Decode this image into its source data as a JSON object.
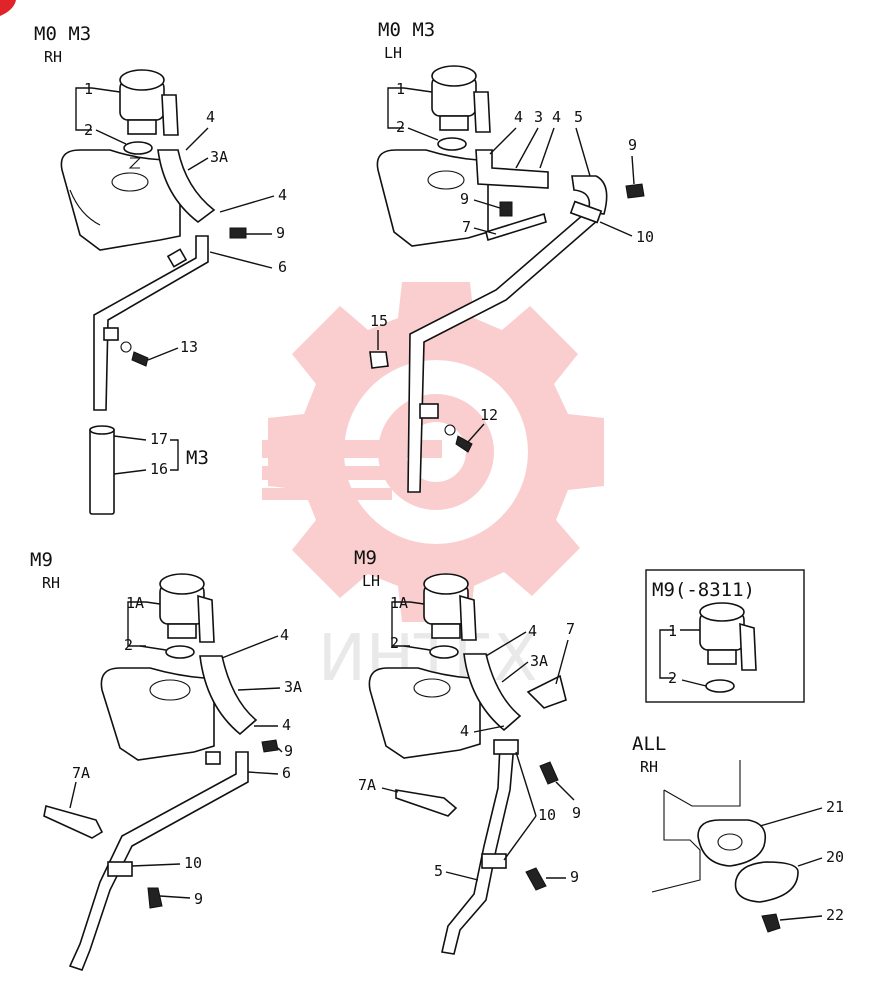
{
  "sections": {
    "top_left": {
      "model": "M0 M3",
      "side": "RH"
    },
    "top_right": {
      "model": "M0 M3",
      "side": "LH"
    },
    "bot_left": {
      "model": "M9",
      "side": "RH"
    },
    "bot_mid": {
      "model": "M9",
      "side": "LH"
    },
    "inset": {
      "model": "M9(-8311)"
    },
    "all": {
      "model": "ALL",
      "side": "RH"
    }
  },
  "callouts": {
    "tl": {
      "p1": "1",
      "p2": "2",
      "p4a": "4",
      "p3a": "3A",
      "p4b": "4",
      "p9": "9",
      "p6": "6",
      "p13": "13",
      "p17": "17",
      "p16": "16",
      "bracket": "M3"
    },
    "tr": {
      "p1": "1",
      "p2": "2",
      "p4a": "4",
      "p3": "3",
      "p4b": "4",
      "p5": "5",
      "p9a": "9",
      "p9b": "9",
      "p7": "7",
      "p10": "10",
      "p15": "15",
      "p12": "12"
    },
    "bl": {
      "p1a": "1A",
      "p2": "2",
      "p4a": "4",
      "p3a": "3A",
      "p4b": "4",
      "p9a": "9",
      "p6": "6",
      "p7a": "7A",
      "p10": "10",
      "p9b": "9"
    },
    "bm": {
      "p1a": "1A",
      "p2": "2",
      "p4a": "4",
      "p3a": "3A",
      "p7": "7",
      "p4b": "4",
      "p7a": "7A",
      "p9a": "9",
      "p10": "10",
      "p5": "5",
      "p9b": "9"
    },
    "inset": {
      "p1": "1",
      "p2": "2"
    },
    "all": {
      "p21": "21",
      "p20": "20",
      "p22": "22"
    }
  },
  "watermark": {
    "text": "ИНТЕХ",
    "color": "#f07a7a"
  },
  "colors": {
    "ink": "#111111",
    "paper": "#ffffff",
    "corner_mark": "#e0242a"
  }
}
